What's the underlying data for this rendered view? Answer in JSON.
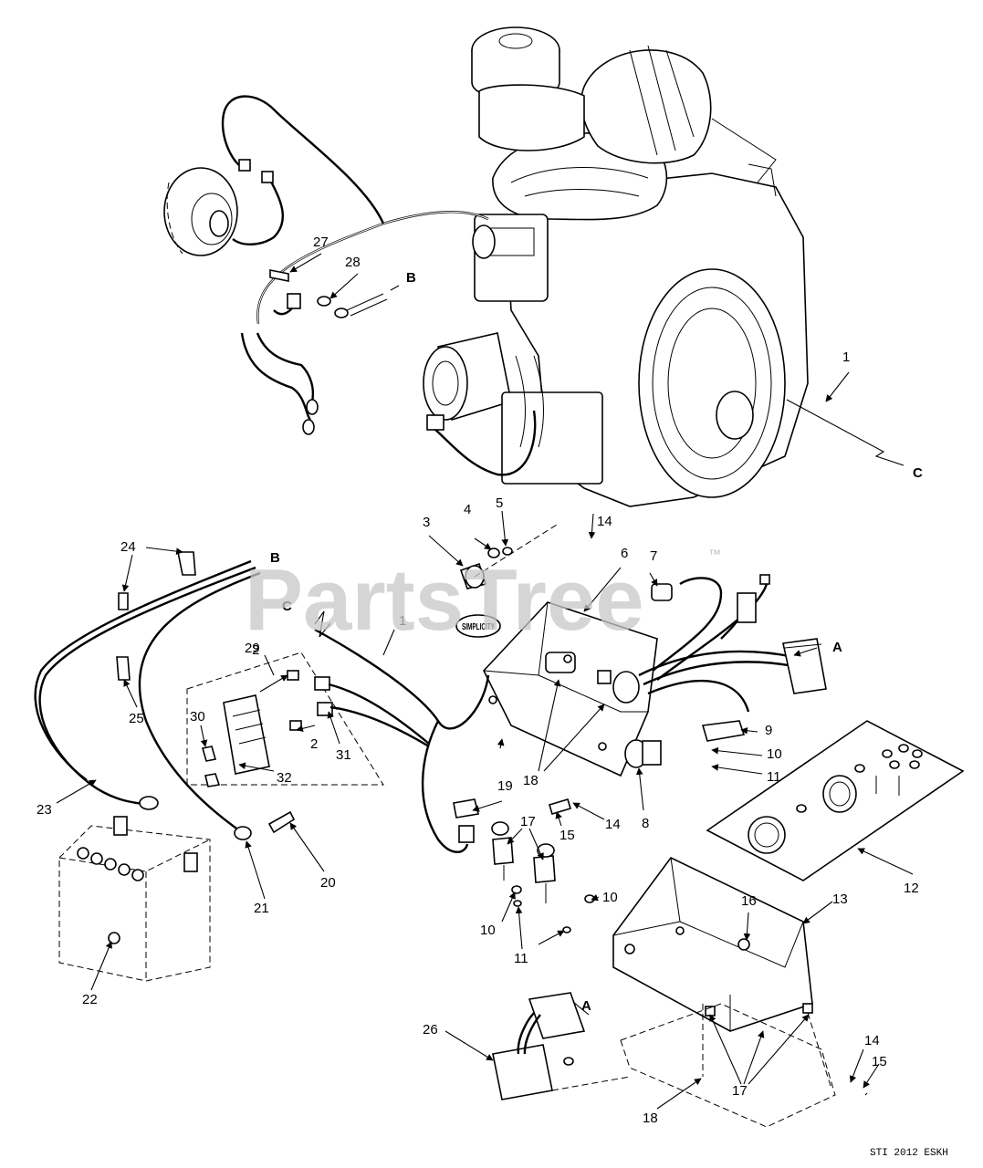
{
  "diagram": {
    "part_numbers": [
      "1",
      "1",
      "2",
      "2",
      "3",
      "4",
      "5",
      "6",
      "7",
      "8",
      "9",
      "10",
      "10",
      "10",
      "11",
      "11",
      "12",
      "13",
      "14",
      "14",
      "14",
      "15",
      "15",
      "16",
      "17",
      "17",
      "18",
      "18",
      "19",
      "20",
      "21",
      "22",
      "23",
      "24",
      "25",
      "26",
      "27",
      "28",
      "29",
      "30",
      "31",
      "32"
    ],
    "connector_letters": [
      "A",
      "A",
      "B",
      "B",
      "C",
      "C"
    ],
    "drawing_code": "STI 2012 ESKH",
    "watermark": "PartsTree",
    "watermark_mark": "™",
    "emblem_text": "SIMPLICITY"
  }
}
